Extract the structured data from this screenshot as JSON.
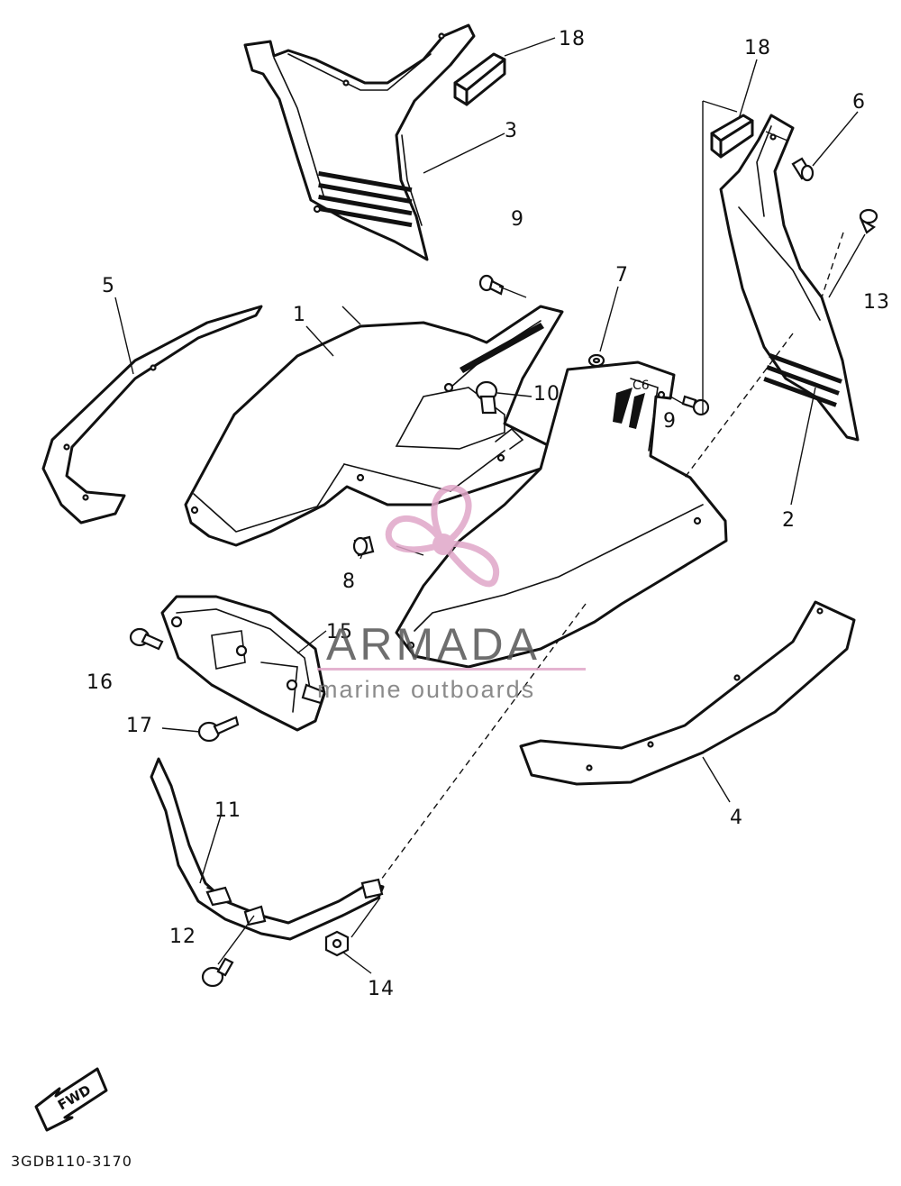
{
  "diagram": {
    "callouts": [
      "18",
      "3",
      "18",
      "6",
      "13",
      "9",
      "5",
      "1",
      "7",
      "10",
      "9",
      "2",
      "8",
      "15",
      "16",
      "17",
      "4",
      "11",
      "12",
      "14"
    ],
    "drawing_code": "3GDB110-3170",
    "fwd_label": "FWD"
  },
  "watermark": {
    "brand": "ARMADA",
    "tagline": "marine outboards",
    "accent_color": "#e0a6c8"
  }
}
